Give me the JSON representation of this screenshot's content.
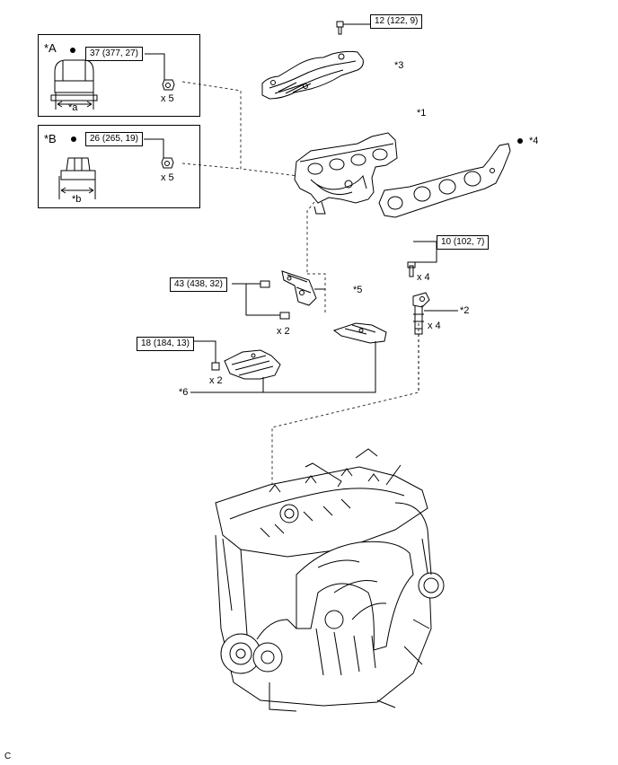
{
  "inset_a": {
    "letter": "*A",
    "torque": "37 (377, 27)",
    "qty": "x 5",
    "dim": "*a"
  },
  "inset_b": {
    "letter": "*B",
    "torque": "26 (265, 19)",
    "qty": "x 5",
    "dim": "*b"
  },
  "callouts": {
    "p1": "*1",
    "p2": "*2",
    "p3": "*3",
    "p4": "*4",
    "p5": "*5",
    "p6": "*6"
  },
  "torques": {
    "t12": "12 (122, 9)",
    "t10": "10 (102, 7)",
    "t43": "43 (438, 32)",
    "t18": "18 (184, 13)"
  },
  "quantities": {
    "q_plug_bolts": "x 4",
    "q_coils": "x 4",
    "q_bracket_bolts": "x 2",
    "q_insulator_nuts": "x 2"
  },
  "corner_code": "C",
  "bullet": "●"
}
